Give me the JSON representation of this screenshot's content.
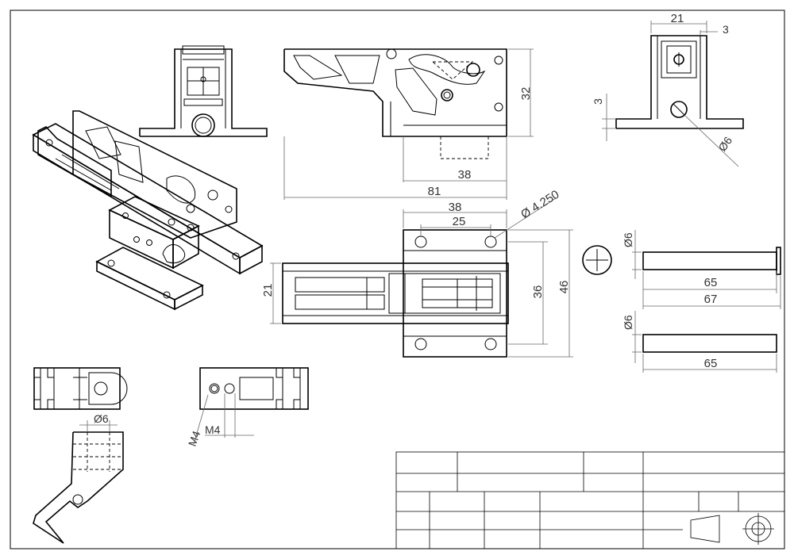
{
  "drawing": {
    "colors": {
      "line": "#000000",
      "dimension": "#666666",
      "background": "#ffffff"
    },
    "dimensions": {
      "side_height": "32",
      "side_inner_width": "38",
      "side_total_width": "81",
      "front_width": "21",
      "front_offset": "3",
      "front_height": "3",
      "front_hole_dia": "Ø6",
      "top_width_38": "38",
      "top_width_25": "25",
      "top_hole_dia": "Ø 4.250",
      "top_left_height": "21",
      "top_inner_height": "36",
      "top_total_height": "46",
      "pin_dia_1": "Ø6",
      "pin_length_1": "65",
      "pin_length_total": "67",
      "pin_dia_2": "Ø6",
      "pin_length_2": "65",
      "detail_dia": "Ø6",
      "thread_1": "M4",
      "thread_2": "M4"
    },
    "icons": [
      "third-angle-projection-icon",
      "crosshair-icon"
    ]
  }
}
